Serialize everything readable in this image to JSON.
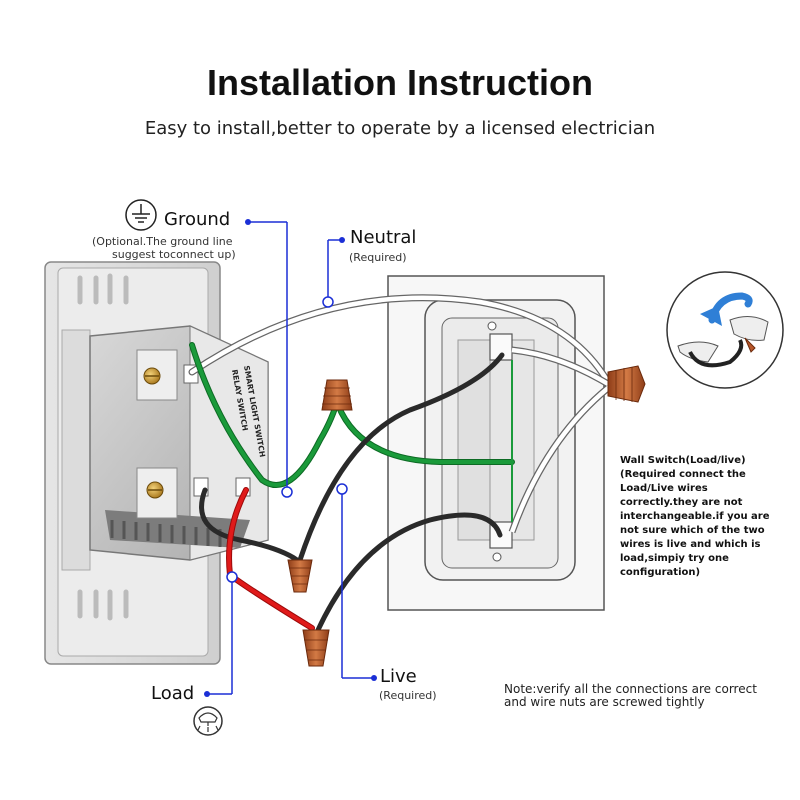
{
  "title": "Installation Instruction",
  "subtitle": "Easy to install,better to operate by a licensed electrician",
  "labels": {
    "ground": "Ground",
    "ground_note_1": "(Optional.The ground line",
    "ground_note_2": "suggest toconnect up)",
    "neutral": "Neutral",
    "neutral_note": "(Required)",
    "live": "Live",
    "live_note": "(Required)",
    "load": "Load",
    "switch_label_1": "SMART LIGHT SWITCH",
    "switch_label_2": "RELAY SWITCH",
    "wall_switch_title": "Wall Switch(Load/live)",
    "wall_switch_note": "(Required connect the Load/Live wires correctly.they are not interchangeable.if you are not sure which of the two wires is live and which is load,simpiy try one configuration)",
    "bottom_note": "Note:verify all the connections are correct and wire nuts are screwed tightly"
  },
  "icons": [
    "ground-symbol-icon",
    "light-bulb-icon",
    "twist-arrow-icon",
    "wire-nut-icon"
  ],
  "colors": {
    "ground_wire": "#1a9a3a",
    "load_wire": "#e01a1a",
    "live_wire": "#2a2a2a",
    "neutral_wire": "#ffffff",
    "callout": "#1b2fd6",
    "wire_nut": "#b8562a"
  }
}
